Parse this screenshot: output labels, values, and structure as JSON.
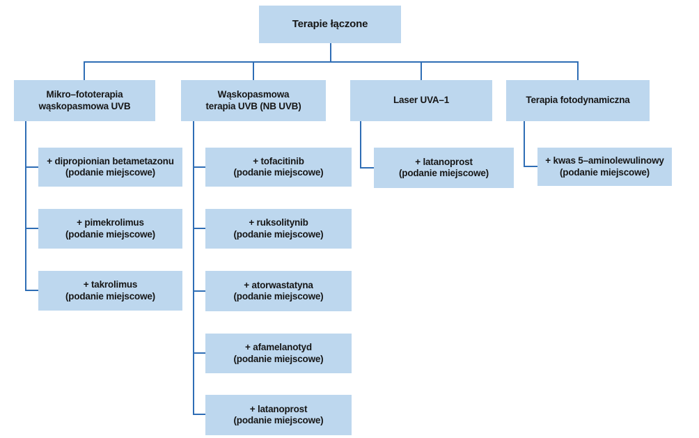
{
  "colors": {
    "box_fill": "#bdd7ee",
    "connector": "#2e6db5",
    "text": "#161616",
    "background": "#ffffff"
  },
  "diagram": {
    "type": "flowchart-tree",
    "root": {
      "label": "Terapie łączone"
    },
    "branches": [
      {
        "label": "Mikro–fototerapia\nwąskopasmowa UVB",
        "children": [
          {
            "label": "+ dipropionian betametazonu\n(podanie miejscowe)"
          },
          {
            "label": "+ pimekrolimus\n(podanie miejscowe)"
          },
          {
            "label": "+ takrolimus\n(podanie miejscowe)"
          }
        ]
      },
      {
        "label": "Wąskopasmowa\nterapia UVB (NB UVB)",
        "children": [
          {
            "label": "+ tofacitinib\n(podanie miejscowe)"
          },
          {
            "label": "+ ruksolitynib\n(podanie miejscowe)"
          },
          {
            "label": "+ atorwastatyna\n(podanie miejscowe)"
          },
          {
            "label": "+ afamelanotyd\n(podanie miejscowe)"
          },
          {
            "label": "+ latanoprost\n(podanie miejscowe)"
          }
        ]
      },
      {
        "label": "Laser UVA–1",
        "children": [
          {
            "label": "+ latanoprost\n(podanie miejscowe)"
          }
        ]
      },
      {
        "label": "Terapia fotodynamiczna",
        "children": [
          {
            "label": "+ kwas 5–aminolewulinowy\n(podanie miejscowe)"
          }
        ]
      }
    ]
  }
}
